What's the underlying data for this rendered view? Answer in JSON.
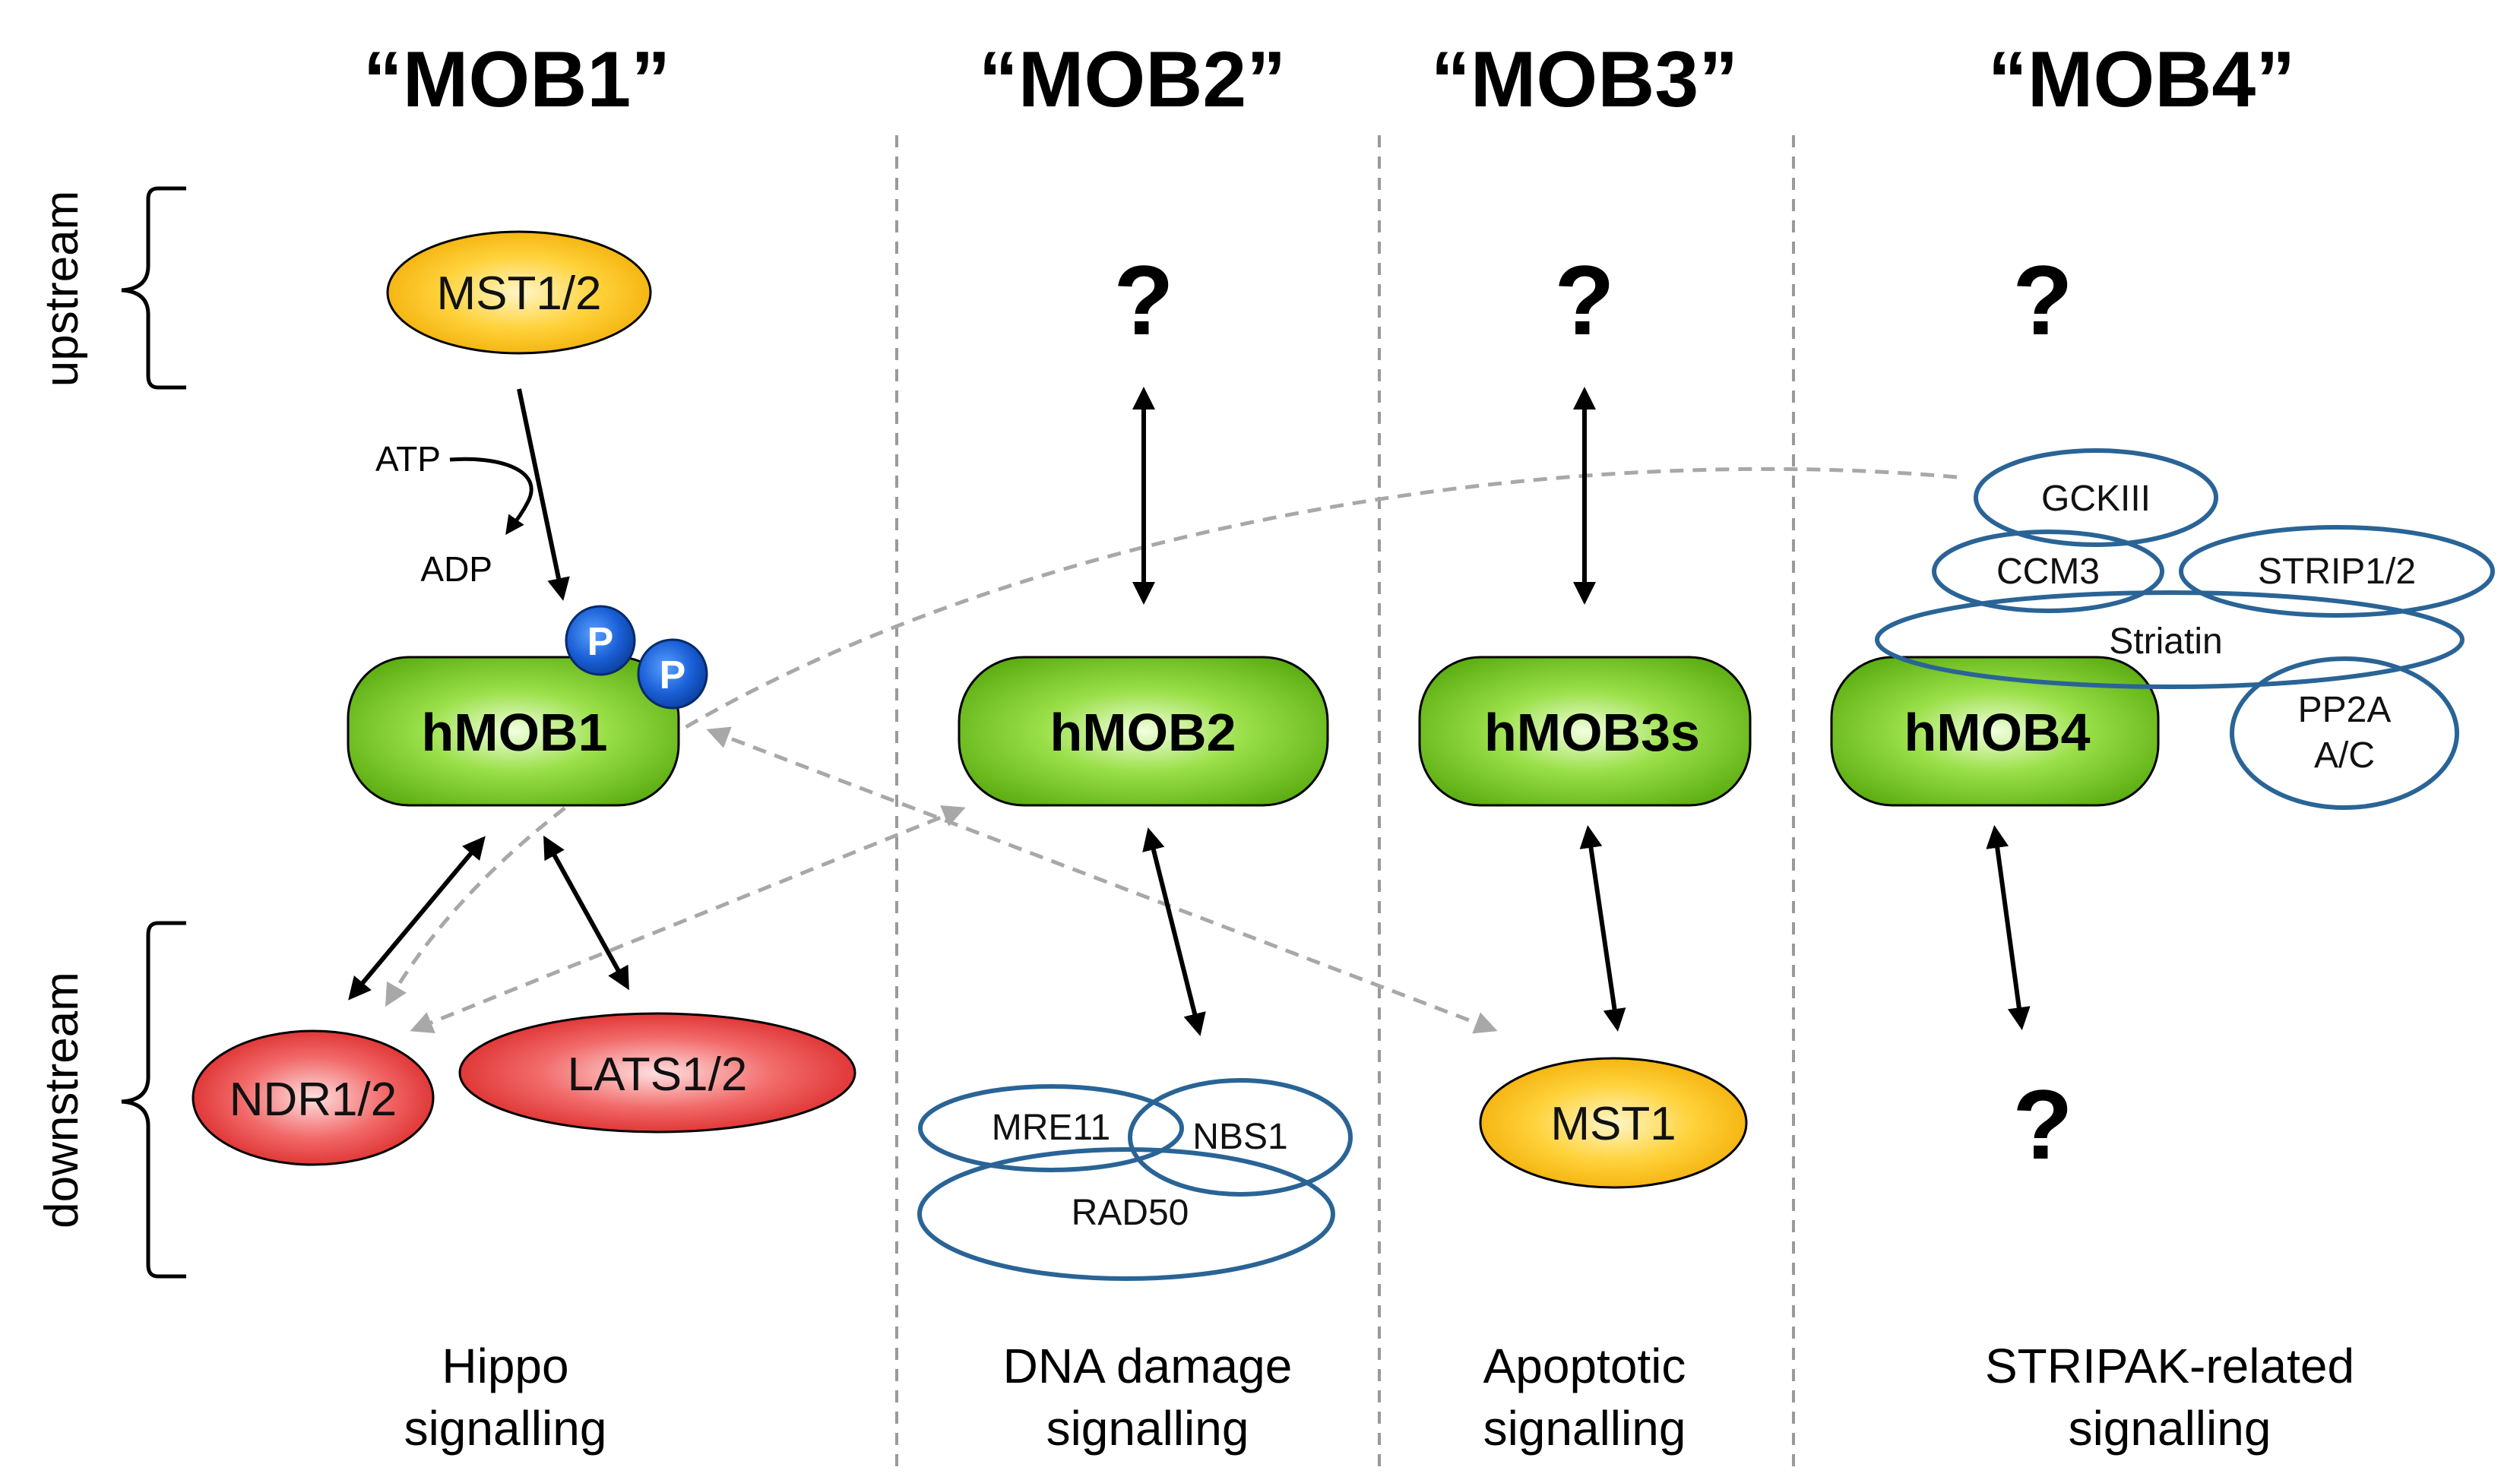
{
  "columns": [
    {
      "title": "“MOB1”",
      "footer_line1": "Hippo",
      "footer_line2": "signalling",
      "mob": "hMOB1"
    },
    {
      "title": "“MOB2”",
      "footer_line1": "DNA damage",
      "footer_line2": "signalling",
      "mob": "hMOB2"
    },
    {
      "title": "“MOB3”",
      "footer_line1": "Apoptotic",
      "footer_line2": "signalling",
      "mob": "hMOB3s"
    },
    {
      "title": "“MOB4”",
      "footer_line1": "STRIPAK-related",
      "footer_line2": "signalling",
      "mob": "hMOB4"
    }
  ],
  "side_labels": {
    "upstream": "upstream",
    "downstream": "downstream"
  },
  "mob1": {
    "upstream": "MST1/2",
    "atp": "ATP",
    "adp": "ADP",
    "phospho_1": "P",
    "phospho_2": "P",
    "downstream_1": "NDR1/2",
    "downstream_2": "LATS1/2"
  },
  "mob2": {
    "upstream": "?",
    "complex": [
      "MRE11",
      "NBS1",
      "RAD50"
    ]
  },
  "mob3": {
    "upstream": "?",
    "downstream": "MST1"
  },
  "mob4": {
    "upstream": "?",
    "downstream": "?",
    "complex": [
      "GCKIII",
      "CCM3",
      "STRIP1/2",
      "Striatin",
      "PP2A",
      "A/C"
    ]
  },
  "colors": {
    "mob_green": "#6cc417",
    "kinase_yellow": "#f5b800",
    "effector_red": "#e53030",
    "phospho_blue": "#1a5fd6",
    "complex_blue": "#2a6496",
    "dashed_gray": "#a8a8a8"
  }
}
